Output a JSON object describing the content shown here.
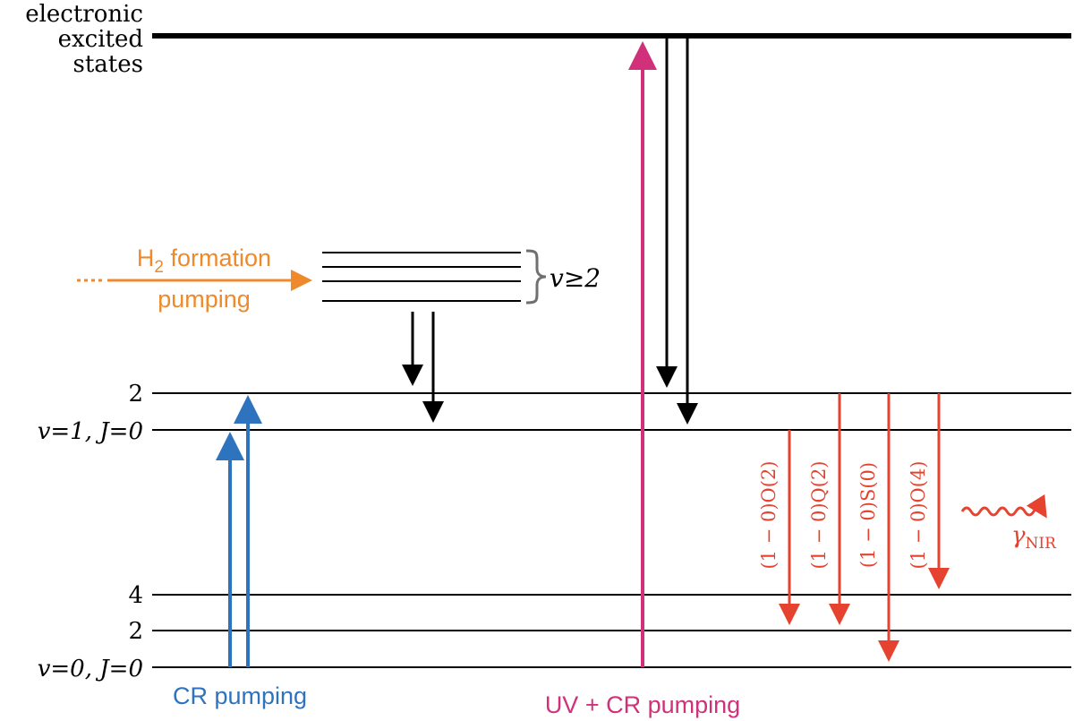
{
  "title_labels": {
    "electronic_line1": "electronic",
    "electronic_line2": "excited",
    "electronic_line3": "states"
  },
  "level_labels": {
    "v1_J2": "2",
    "v1_J0": "v=1,  J=0",
    "v0_J4": "4",
    "v0_J2": "2",
    "v0_J0": "v=0,  J=0",
    "v_ge2": "v≥2"
  },
  "pumping_labels": {
    "h2_formation_line1": "H",
    "h2_formation_sub": "2",
    "h2_formation_line1_rest": " formation",
    "h2_formation_line2": "pumping",
    "cr_pumping": "CR pumping",
    "uv_cr_pumping": "UV + CR pumping"
  },
  "transition_labels": {
    "o2": "(1 − 0)O(2)",
    "q2": "(1 − 0)Q(2)",
    "s0": "(1 − 0)S(0)",
    "o4": "(1 − 0)O(4)"
  },
  "photon_label": {
    "gamma": "γ",
    "sub": "NIR"
  },
  "colors": {
    "black": "#000000",
    "orange": "#ee8a2c",
    "blue": "#2e73bd",
    "magenta": "#d0317a",
    "red": "#e5432f",
    "bracket": "#707070"
  }
}
